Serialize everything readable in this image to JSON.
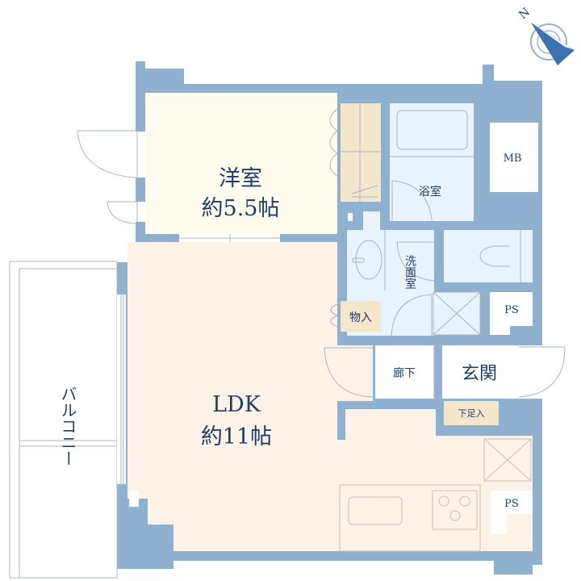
{
  "compass": {
    "north_label": "N"
  },
  "rooms": {
    "western_room": {
      "name": "洋室",
      "size": "約5.5帖"
    },
    "ldk": {
      "name": "LDK",
      "size": "約11帖"
    },
    "bathroom": {
      "name": "浴室"
    },
    "washroom": {
      "name": "洗面室"
    },
    "storage": {
      "name": "物入"
    },
    "corridor": {
      "name": "廊下"
    },
    "entrance": {
      "name": "玄関"
    },
    "shoe_storage": {
      "name": "下足入"
    },
    "meter_box": {
      "name": "MB"
    },
    "pipe_space_1": {
      "name": "PS"
    },
    "pipe_space_2": {
      "name": "PS"
    },
    "balcony": {
      "name": "バルコニー"
    }
  },
  "colors": {
    "wall": "#8fb0cf",
    "western_room": "#fffbee",
    "ldk": "#fcf2e7",
    "wet_area": "#e8f3fb",
    "storage": "#f3e6cb",
    "text": "#1f3d66"
  }
}
